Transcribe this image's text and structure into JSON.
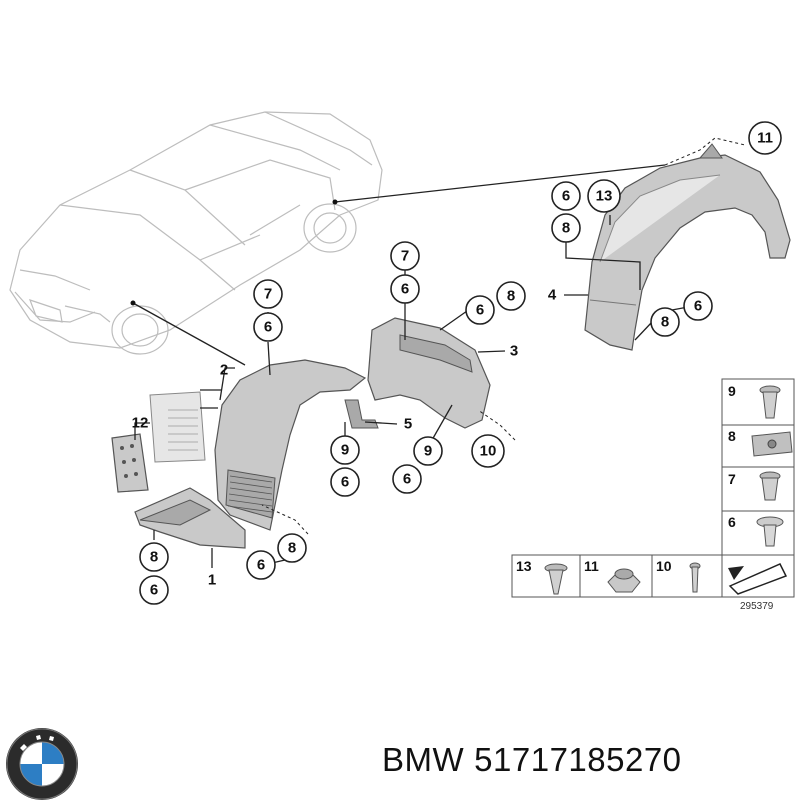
{
  "callouts": {
    "c11": "11",
    "c6_rear_top": "6",
    "c13_rear": "13",
    "c8_rear_top": "8",
    "c4": "4",
    "c6_rear_bottom": "6",
    "c8_rear_bottom": "8",
    "c7_center": "7",
    "c6_center": "6",
    "c6_center_right": "6",
    "c8_center_right": "8",
    "c3": "3",
    "c5": "5",
    "c9_center": "9",
    "c9_center_bottom": "9",
    "c10_center": "10",
    "c6_center_bottom_left": "6",
    "c6_center_bottom": "6",
    "c7_left": "7",
    "c6_left": "6",
    "c2": "2",
    "c12": "12",
    "c8_left_bottom": "8",
    "c6_left_bottom": "6",
    "c1": "1",
    "c6_front_bottom": "6",
    "c8_front_bottom": "8"
  },
  "legend": {
    "right_column": [
      "9",
      "8",
      "7",
      "6"
    ],
    "bottom_row": [
      "13",
      "11",
      "10"
    ]
  },
  "figure_number": "295379",
  "caption": {
    "brand": "BMW",
    "part_number": "51717185270"
  }
}
